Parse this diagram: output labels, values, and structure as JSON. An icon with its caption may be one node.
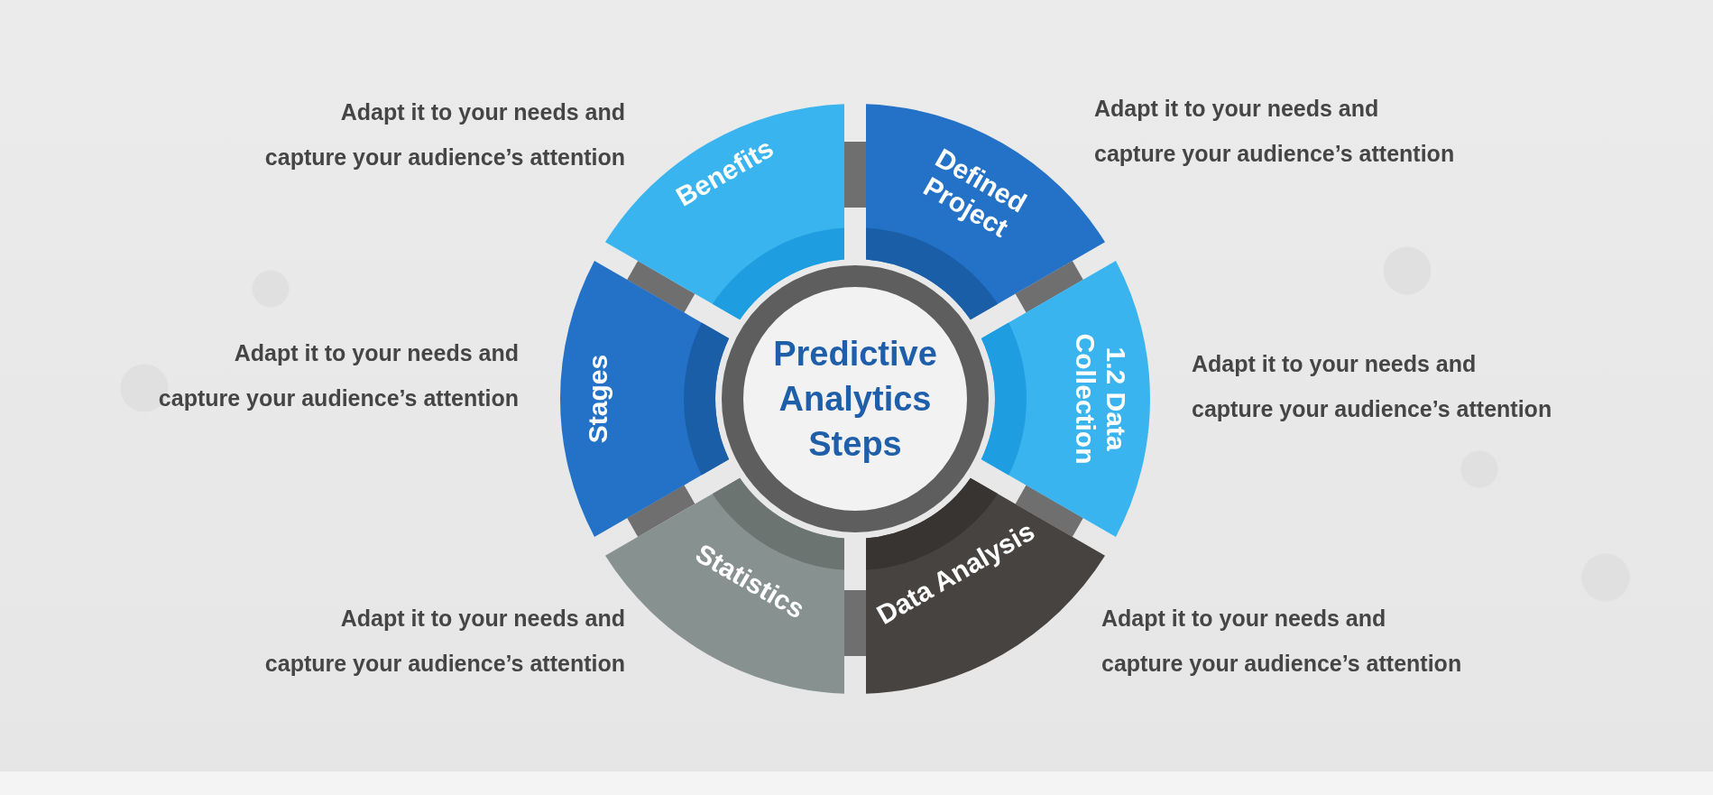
{
  "diagram": {
    "nodes": [
      {
        "text": [
          "Benefits"
        ],
        "beside": [
          "Adapt it to your needs and capture your audience’s attention"
        ]
      },
      {
        "text": [
          "Defined Project"
        ],
        "beside": [
          "Adapt it to your needs and capture your audience’s attention"
        ]
      },
      {
        "text": [
          "Stages"
        ],
        "beside": [
          "Adapt it to your needs and capture your audience’s attention"
        ]
      },
      {
        "text": [
          "Predictive Analytics Steps"
        ]
      },
      {
        "text": [
          "1.2 Data Collection"
        ],
        "beside": [
          "Adapt it to your needs and capture your audience’s attention"
        ]
      },
      {
        "text": [
          "Statistics"
        ],
        "beside": [
          "Adapt it to your needs and capture your audience’s attention"
        ]
      },
      {
        "text": [
          "Data Analysis"
        ],
        "beside": [
          "Adapt it to your needs and capture your audience’s attention"
        ]
      }
    ]
  }
}
